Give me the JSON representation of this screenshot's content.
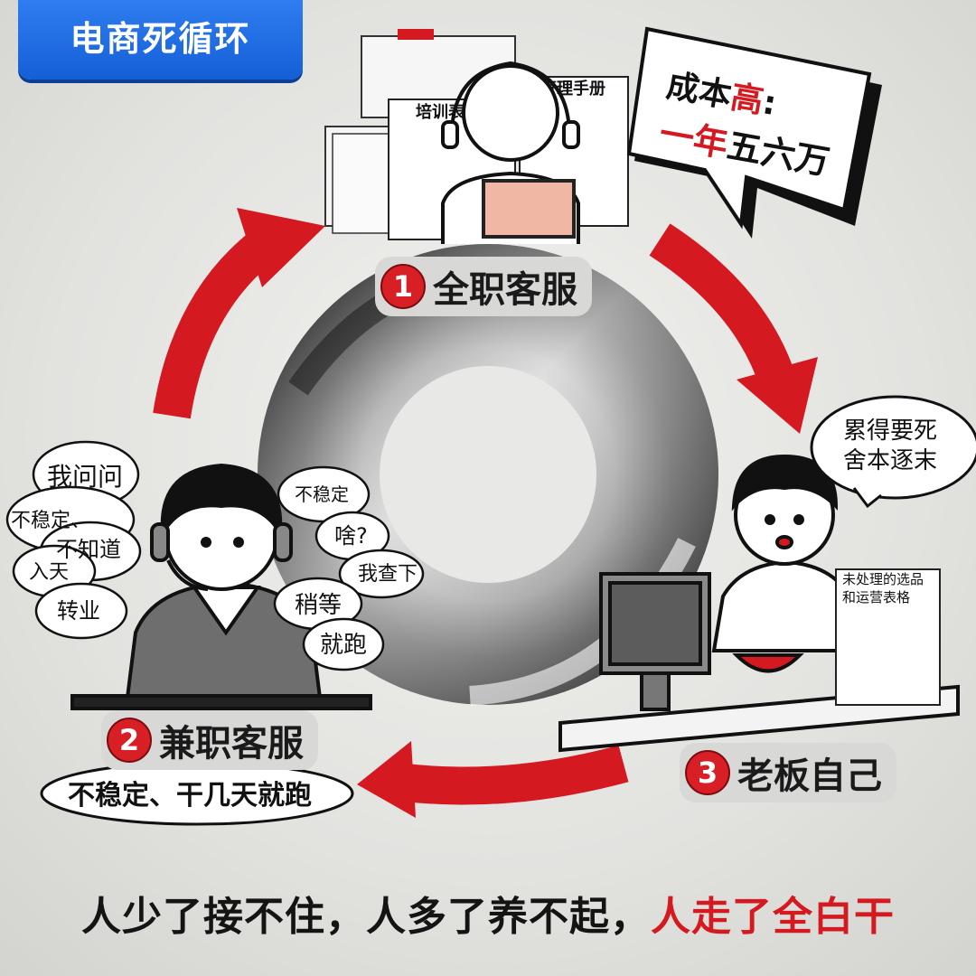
{
  "header": {
    "title": "电商死循环"
  },
  "steps": [
    {
      "num": "1",
      "label": "全职客服"
    },
    {
      "num": "2",
      "label": "兼职客服"
    },
    {
      "num": "3",
      "label": "老板自己"
    }
  ],
  "cost": {
    "line1_prefix": "成本",
    "line1_highlight": "高",
    "line1_suffix": ":",
    "line2_prefix": "一年",
    "line2_suffix": "五六万"
  },
  "docs": {
    "training": "培训表单",
    "manual": "管理手册"
  },
  "part_time_bubbles": [
    "我问问",
    "不稳定、",
    "不知道",
    "入天",
    "转业",
    "不稳定",
    "啥?",
    "我查下",
    "稍等",
    "就跑"
  ],
  "part_time_note": "不稳定、干几天就跑",
  "boss_bubble": {
    "line1": "累得要死",
    "line2": "舍本逐末"
  },
  "boss_sheet": {
    "line1": "未处理的选品",
    "line2": "和运营表格"
  },
  "tagline": {
    "part1": "人少了接不住，人多了养不起，",
    "part2": "人走了全白干"
  },
  "colors": {
    "accent_red": "#d41920",
    "banner_blue": "#1e6ae0"
  }
}
